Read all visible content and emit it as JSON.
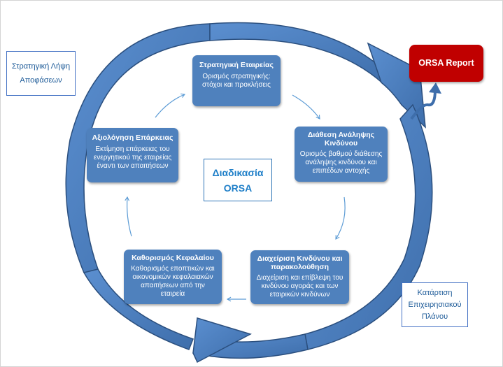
{
  "center": {
    "line1": "Διαδικασία",
    "line2": "ORSA"
  },
  "report": {
    "label": "ORSA Report"
  },
  "left_box": {
    "line1": "Στρατηγική Λήψη",
    "line2": "Αποφάσεων"
  },
  "right_box": {
    "line1": "Κατάρτιση",
    "line2": "Επιχειρησιακού",
    "line3": "Πλάνου"
  },
  "steps": [
    {
      "title": "Στρατηγική Εταιρείας",
      "desc": "Ορισμός στρατηγικής: στόχοι και προκλήσεις"
    },
    {
      "title": "Διάθεση Ανάληψης Κινδύνου",
      "desc": "Ορισμός βαθμού διάθεσης ανάληψης κινδύνου και επιπέδων αντοχής"
    },
    {
      "title": "Διαχείριση Κινδύνου και παρακολούθηση",
      "desc": "Διαχείριση και επίβλεψη του κινδύνου αγοράς και των εταιρικών κινδύνων"
    },
    {
      "title": "Καθορισμός Κεφαλαίου",
      "desc": "Καθορισμός εποπτικών και οικονομικών κεφαλαιακών απαιτήσεων από την εταιρεία"
    },
    {
      "title": "Αξιολόγηση Επάρκειας",
      "desc": "Εκτίμηση επάρκειας του ενεργητικού της εταιρείας έναντι των απαιτήσεων"
    }
  ],
  "colors": {
    "step_fill": "#4f81bd",
    "big_arrow_fill": "#4a7ebb",
    "big_arrow_stroke": "#2b4f7e",
    "report_fill": "#c00000",
    "center_text": "#1f7fc8",
    "box_border": "#4472c4"
  }
}
